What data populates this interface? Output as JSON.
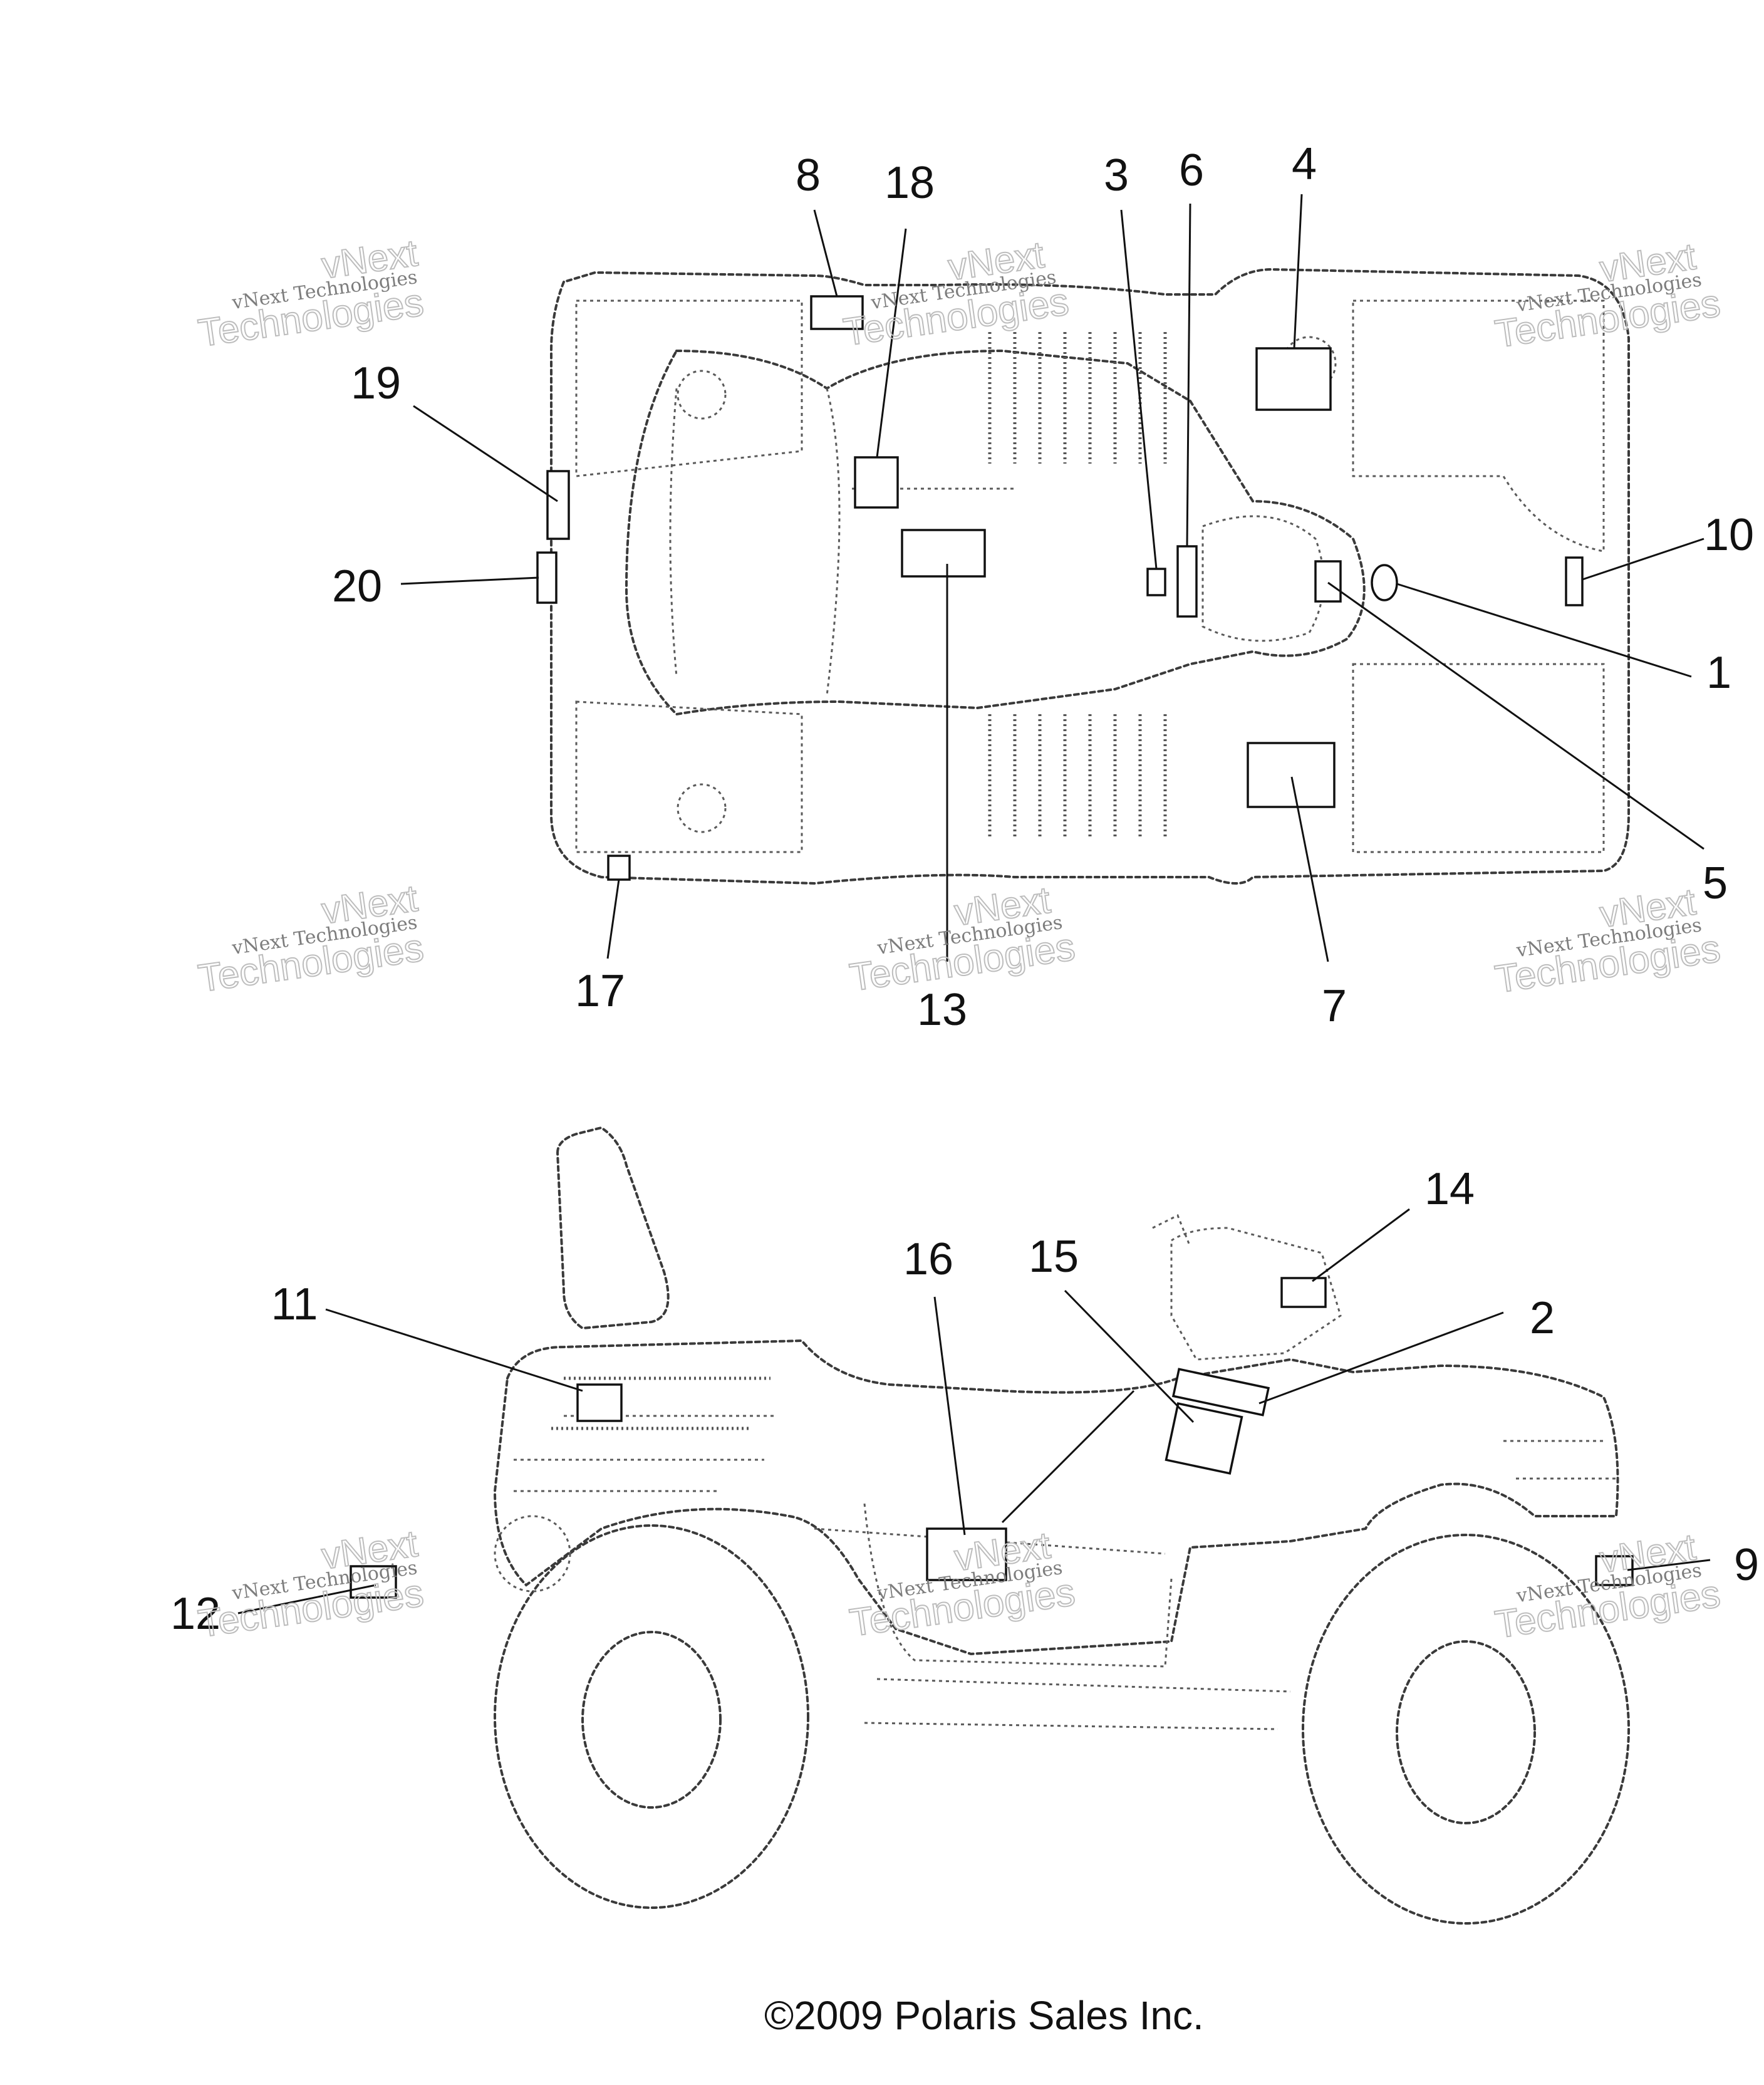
{
  "callouts": [
    "1",
    "2",
    "3",
    "4",
    "5",
    "6",
    "7",
    "8",
    "9",
    "10",
    "11",
    "12",
    "13",
    "14",
    "15",
    "16",
    "17",
    "18",
    "19",
    "20"
  ],
  "watermark": {
    "line1": "vNext",
    "line2": "vNext Technologies",
    "line3": "Technologies"
  },
  "copyright": "©2009 Polaris Sales Inc."
}
